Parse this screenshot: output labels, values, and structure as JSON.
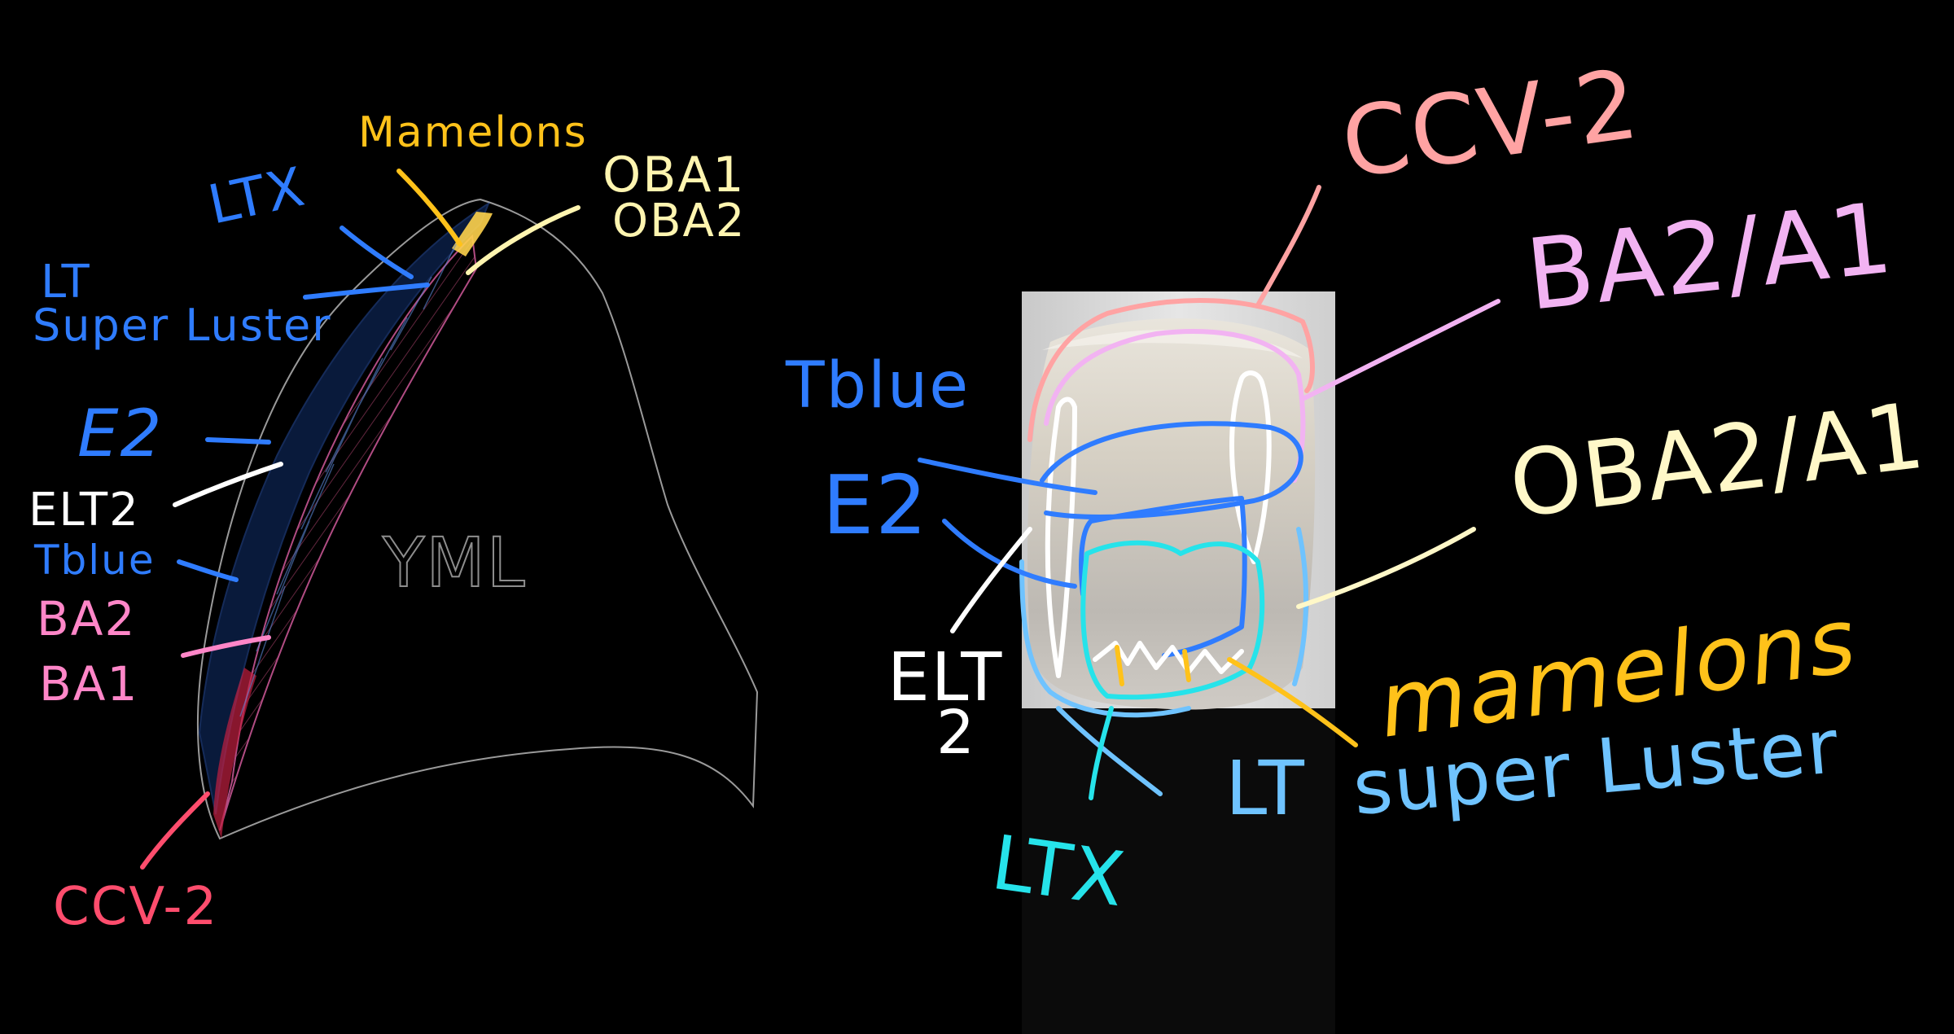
{
  "colors": {
    "background": "#000000",
    "blue": "#2f7cff",
    "yellow": "#ffd34d",
    "cream": "#fff5b0",
    "white": "#ffffff",
    "pink": "#ff86c8",
    "red": "#ff4d6d",
    "salmon": "#ffa3a3",
    "lavender": "#f2b3f2",
    "lightcream": "#fff8c8",
    "orange": "#ffc21a",
    "lightblue": "#6fc3ff",
    "cyan": "#26e3ea",
    "gray": "#9a9a9a"
  },
  "left_diagram": {
    "labels": {
      "mamelons": "Mamelons",
      "ltx": "LTX",
      "oba1": "OBA1",
      "oba2": "OBA2",
      "lt": "LT",
      "super_luster": "Super Luster",
      "e2": "E2",
      "elt2": "ELT2",
      "tblue": "Tblue",
      "ba2": "BA2",
      "ba1": "BA1",
      "ymd": "YML",
      "ccv2": "CCV-2"
    }
  },
  "right_diagram": {
    "labels": {
      "ccv2": "CCV-2",
      "ba2_a1": "BA2/A1",
      "tblue": "Tblue",
      "oba2_a1": "OBA2/A1",
      "e2": "E2",
      "elt": "ELT",
      "elt_2": "2",
      "mamelons": "mamelons",
      "lt": "LT",
      "super_luster": "super Luster",
      "ltx": "LTX"
    }
  }
}
